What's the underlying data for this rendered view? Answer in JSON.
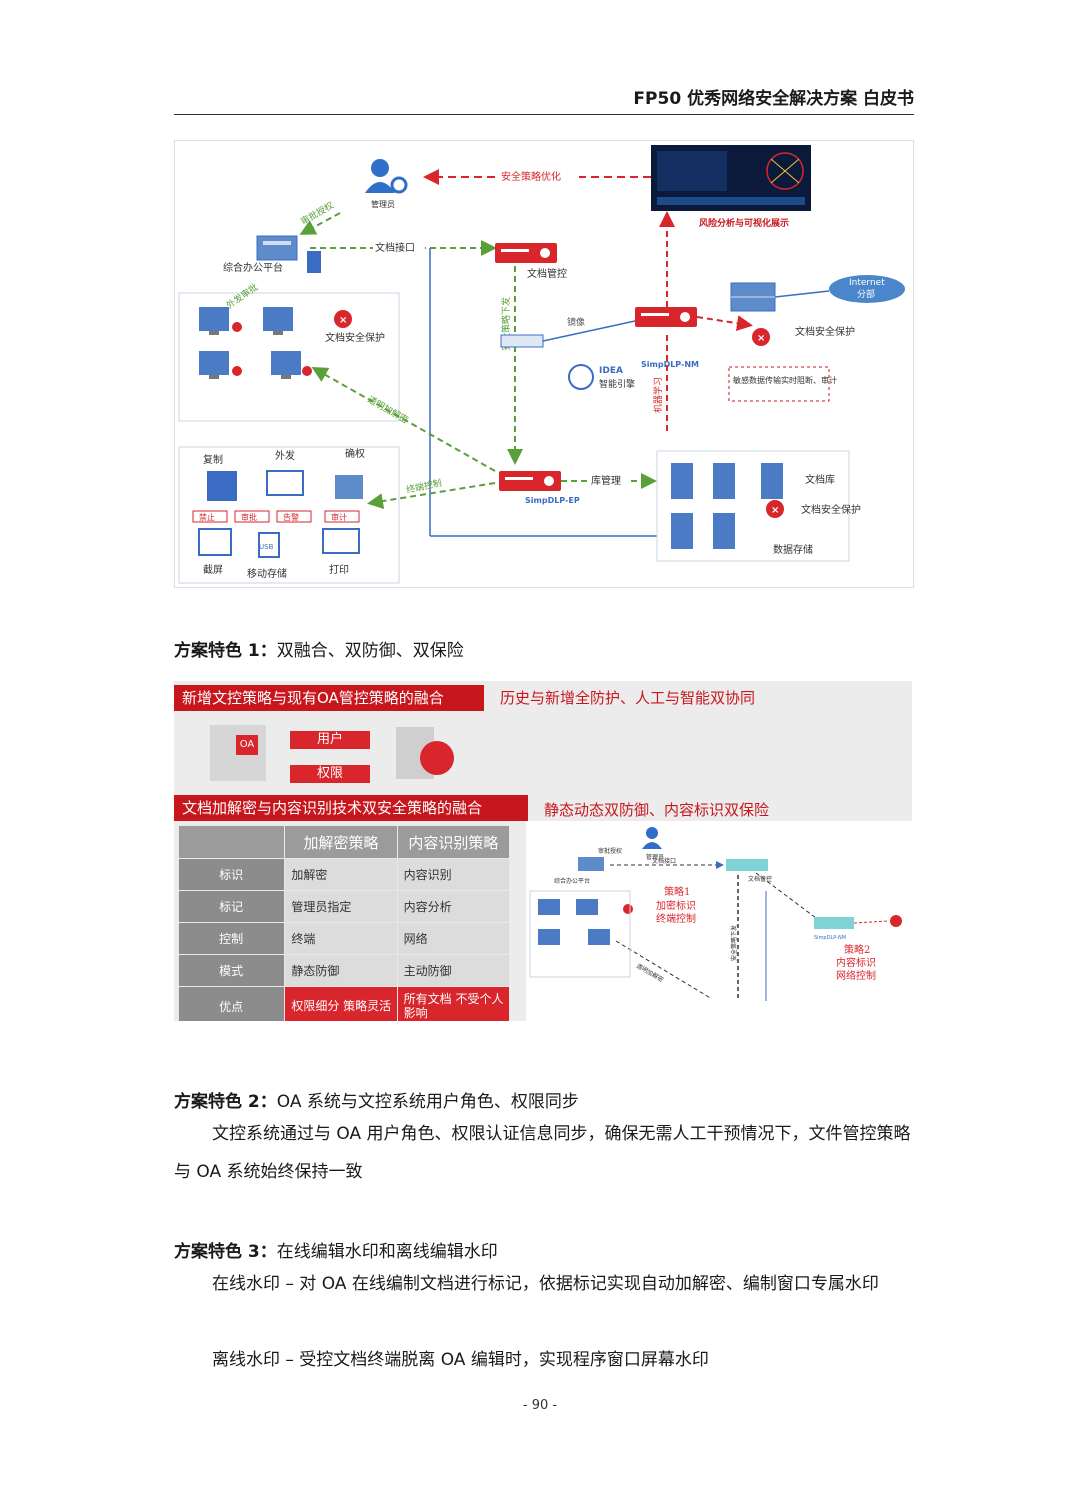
{
  "header": {
    "title": "FP50 优秀网络安全解决方案 白皮书"
  },
  "figure1": {
    "admin": "管理员",
    "policy_opt": "安全策略优化",
    "risk_display": "风险分析与可视化展示",
    "approval": "审批授权",
    "oa_platform": "综合办公平台",
    "doc_interface": "文档接口",
    "doc_control": "文档管控",
    "outbound_approval": "外发审批",
    "doc_safe": "文档安全保护",
    "internet": "Internet",
    "branch": "分部",
    "mirror": "镜像",
    "idea": "IDEA",
    "smart_engine": "智能引擎",
    "nm_label": "SimpDLP-NM",
    "sensitive_block": "敏感数据传输实时阻断、审计",
    "ml_label": "机器学习",
    "dist_label": "安全策略下发",
    "transparent": "透明加解密",
    "copy": "复制",
    "send": "外发",
    "confirm": "确权",
    "btn_forbid": "禁止",
    "btn_approve": "审批",
    "btn_alert": "告警",
    "btn_audit": "审计",
    "screenshot": "截屏",
    "usb": "USB",
    "mobile_storage": "移动存储",
    "print": "打印",
    "terminal_ctrl": "终端控制",
    "ep_label": "SimpDLP-EP",
    "lib_mgmt": "库管理",
    "doc_lib": "文档库",
    "data_storage": "数据存储"
  },
  "feature1": {
    "label": "方案特色 1：",
    "text": "双融合、双防御、双保险"
  },
  "figure2": {
    "banner1": "新增文控策略与现有OA管控策略的融合",
    "slogan1": "历史与新增全防护、人工与智能双协同",
    "oa_tag": "OA",
    "user": "用户",
    "permission": "权限",
    "banner2": "文档加解密与内容识别技术双安全策略的融合",
    "slogan2": "静态动态双防御、内容标识双保险",
    "table": {
      "headers": [
        "",
        "加解密策略",
        "内容识别策略"
      ],
      "rows": [
        [
          "标识",
          "加解密",
          "内容识别"
        ],
        [
          "标记",
          "管理员指定",
          "内容分析"
        ],
        [
          "控制",
          "终端",
          "网络"
        ],
        [
          "模式",
          "静态防御",
          "主动防御"
        ],
        [
          "优点",
          "权限细分 策略灵活",
          "所有文档 不受个人影响"
        ]
      ]
    },
    "mini": {
      "admin": "管理员",
      "approval": "审批授权",
      "oa_platform": "综合办公平台",
      "doc_interface": "文档接口",
      "doc_control": "文档管控",
      "dist": "安全策略下发",
      "strategy1_title": "策略1",
      "strategy1_l1": "加密标识",
      "strategy1_l2": "终端控制",
      "strategy2_title": "策略2",
      "strategy2_l1": "内容标识",
      "strategy2_l2": "网络控制",
      "nm": "SimpDLP-NM",
      "transparent": "透明加解密"
    }
  },
  "feature2": {
    "label": "方案特色 2：",
    "text": "OA 系统与文控系统用户角色、权限同步",
    "body": "文控系统通过与 OA 用户角色、权限认证信息同步，确保无需人工干预情况下，文件管控策略与 OA 系统始终保持一致"
  },
  "feature3": {
    "label": "方案特色 3：",
    "text": "在线编辑水印和离线编辑水印",
    "p1": "在线水印 – 对 OA 在线编制文档进行标记，依据标记实现自动加解密、编制窗口专属水印",
    "p2": "离线水印 – 受控文档终端脱离 OA 编辑时，实现程序窗口屏幕水印"
  },
  "page": "- 90 -",
  "colors": {
    "red": "#c7171d",
    "green": "#5aa03a",
    "blue": "#3b6cc4",
    "grey": "#9b9b9b"
  }
}
